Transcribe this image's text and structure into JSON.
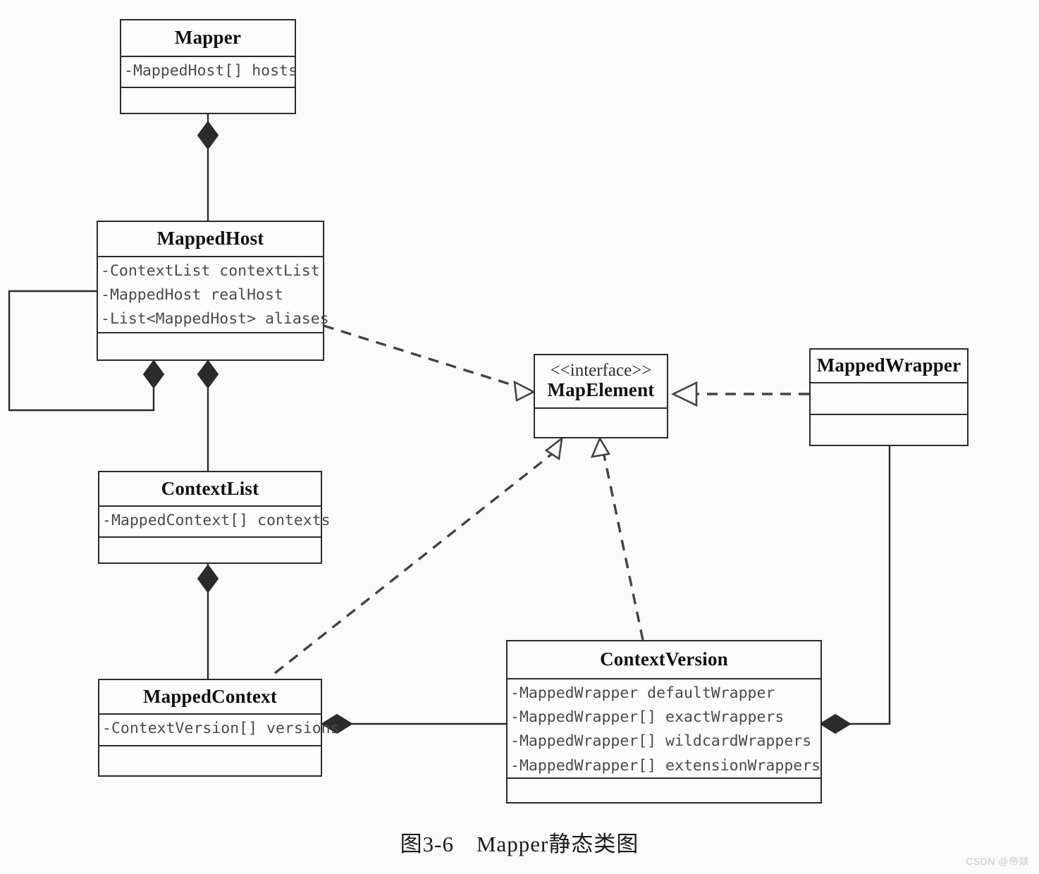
{
  "diagram": {
    "caption": "图3-6　Mapper静态类图",
    "watermark": "CSDN @帝燚",
    "stroke_color": "#2b2b2b",
    "background_color": "#fbfbfa",
    "classes": [
      {
        "id": "mapper",
        "name": "Mapper",
        "stereotype": "",
        "attributes": [
          "-MappedHost[] hosts"
        ],
        "operations": []
      },
      {
        "id": "mappedhost",
        "name": "MappedHost",
        "stereotype": "",
        "attributes": [
          "-ContextList contextList",
          "-MappedHost realHost",
          "-List<MappedHost> aliases"
        ],
        "operations": []
      },
      {
        "id": "contextlist",
        "name": "ContextList",
        "stereotype": "",
        "attributes": [
          "-MappedContext[] contexts"
        ],
        "operations": []
      },
      {
        "id": "mappedcontext",
        "name": "MappedContext",
        "stereotype": "",
        "attributes": [
          "-ContextVersion[] versions"
        ],
        "operations": []
      },
      {
        "id": "mapelement",
        "name": "MapElement",
        "stereotype": "<<interface>>",
        "attributes": [],
        "operations": []
      },
      {
        "id": "mappedwrapper",
        "name": "MappedWrapper",
        "stereotype": "",
        "attributes": [],
        "operations": []
      },
      {
        "id": "contextversion",
        "name": "ContextVersion",
        "stereotype": "",
        "attributes": [
          "-MappedWrapper defaultWrapper",
          "-MappedWrapper[] exactWrappers",
          "-MappedWrapper[] wildcardWrappers",
          "-MappedWrapper[] extensionWrappers"
        ],
        "operations": []
      }
    ],
    "relationships": [
      {
        "id": "r1",
        "type": "composition",
        "from": "mapper",
        "to": "mappedhost",
        "label": ""
      },
      {
        "id": "r2",
        "type": "composition",
        "from": "mappedhost",
        "to": "mappedhost",
        "label": ""
      },
      {
        "id": "r3",
        "type": "composition",
        "from": "mappedhost",
        "to": "contextlist",
        "label": ""
      },
      {
        "id": "r4",
        "type": "composition",
        "from": "contextlist",
        "to": "mappedcontext",
        "label": ""
      },
      {
        "id": "r5",
        "type": "composition",
        "from": "mappedcontext",
        "to": "contextversion",
        "label": ""
      },
      {
        "id": "r6",
        "type": "composition",
        "from": "contextversion",
        "to": "mappedwrapper",
        "label": ""
      },
      {
        "id": "r7",
        "type": "realization",
        "from": "mappedhost",
        "to": "mapelement",
        "label": ""
      },
      {
        "id": "r8",
        "type": "realization",
        "from": "mappedcontext",
        "to": "mapelement",
        "label": ""
      },
      {
        "id": "r9",
        "type": "realization",
        "from": "contextversion",
        "to": "mapelement",
        "label": ""
      },
      {
        "id": "r10",
        "type": "realization",
        "from": "mappedwrapper",
        "to": "mapelement",
        "label": ""
      }
    ]
  }
}
